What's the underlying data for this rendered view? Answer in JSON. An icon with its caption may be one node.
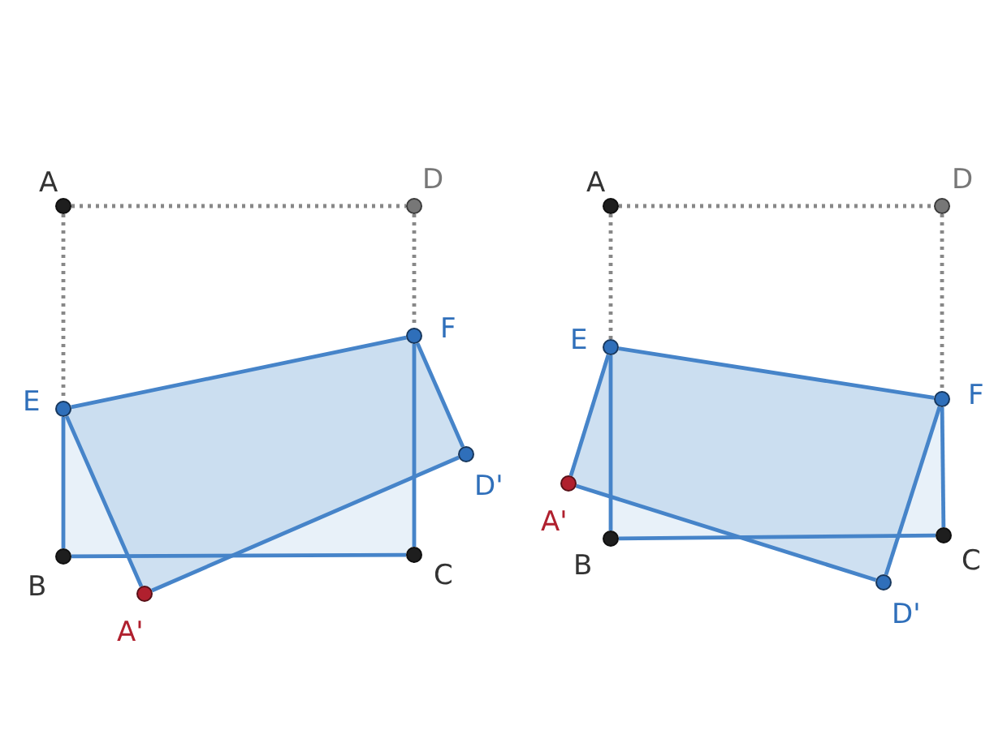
{
  "diagram": {
    "nodes": [
      {
        "text": [
          "A"
        ]
      },
      {
        "text": [
          "D"
        ]
      },
      {
        "text": [
          "E"
        ]
      },
      {
        "text": [
          "F"
        ]
      },
      {
        "text": [
          "D'"
        ]
      },
      {
        "text": [
          "B"
        ]
      },
      {
        "text": [
          "C"
        ]
      },
      {
        "text": [
          "A'"
        ]
      },
      {
        "text": [
          "A"
        ]
      },
      {
        "text": [
          "D"
        ]
      },
      {
        "text": [
          "E"
        ]
      },
      {
        "text": [
          "F"
        ]
      },
      {
        "text": [
          "A'"
        ]
      },
      {
        "text": [
          "B"
        ]
      },
      {
        "text": [
          "C"
        ]
      },
      {
        "text": [
          "D'"
        ]
      }
    ],
    "edges": [
      {
        "from": 0,
        "to": 1,
        "arrow": "none",
        "style": "dashed",
        "color": "#888888"
      },
      {
        "from": 0,
        "to": 2,
        "arrow": "none",
        "style": "dashed",
        "color": "#888888"
      },
      {
        "from": 1,
        "to": 3,
        "arrow": "none",
        "style": "dashed",
        "color": "#888888"
      },
      {
        "from": 2,
        "to": 3,
        "arrow": "none"
      },
      {
        "from": 3,
        "to": 4,
        "arrow": "none"
      },
      {
        "from": 4,
        "to": 7,
        "arrow": "none"
      },
      {
        "from": 7,
        "to": 2,
        "arrow": "none"
      },
      {
        "from": 2,
        "to": 5,
        "arrow": "none"
      },
      {
        "from": 5,
        "to": 6,
        "arrow": "none"
      },
      {
        "from": 6,
        "to": 3,
        "arrow": "none"
      },
      {
        "from": 8,
        "to": 9,
        "arrow": "none",
        "style": "dashed",
        "color": "#888888"
      },
      {
        "from": 8,
        "to": 10,
        "arrow": "none",
        "style": "dashed",
        "color": "#888888"
      },
      {
        "from": 9,
        "to": 11,
        "arrow": "none",
        "style": "dashed",
        "color": "#888888"
      },
      {
        "from": 10,
        "to": 11,
        "arrow": "none"
      },
      {
        "from": 11,
        "to": 15,
        "arrow": "none"
      },
      {
        "from": 15,
        "to": 12,
        "arrow": "none"
      },
      {
        "from": 12,
        "to": 10,
        "arrow": "none"
      },
      {
        "from": 10,
        "to": 13,
        "arrow": "none"
      },
      {
        "from": 13,
        "to": 14,
        "arrow": "none"
      },
      {
        "from": 14,
        "to": 11,
        "arrow": "none"
      }
    ]
  }
}
